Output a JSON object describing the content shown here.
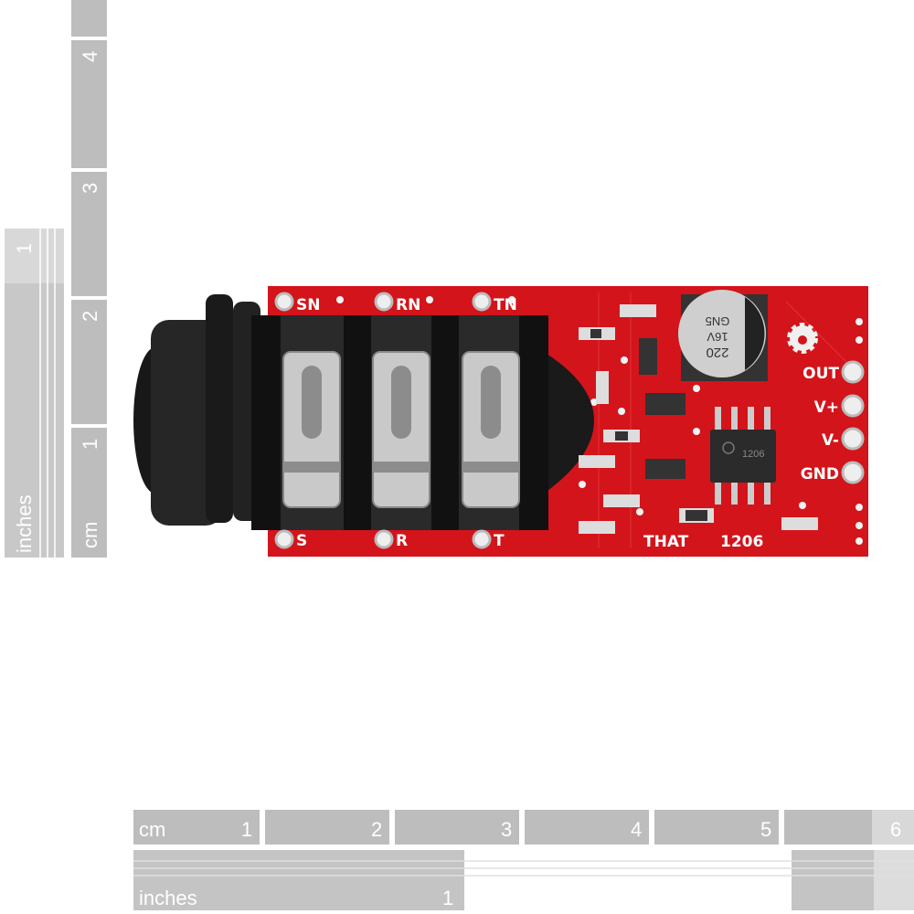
{
  "colors": {
    "pcb": "#d3141b",
    "ruler_dark": "#b4b4b4",
    "ruler_light": "#d6d6d6",
    "jack": "#1e1e1e",
    "metal": "#c9c9c9"
  },
  "bottom_ruler": {
    "unit_cm": "cm",
    "cm_ticks": [
      "1",
      "2",
      "3",
      "4",
      "5",
      "6"
    ],
    "unit_inches": "inches",
    "inch_ticks": [
      "1"
    ]
  },
  "left_ruler": {
    "unit_cm": "cm",
    "cm_ticks": [
      "1",
      "2",
      "3",
      "4"
    ],
    "unit_inches": "inches",
    "inch_ticks": [
      "1"
    ]
  },
  "board": {
    "top_pads": [
      "SN",
      "RN",
      "TN"
    ],
    "bottom_pads": [
      "S",
      "R",
      "T"
    ],
    "right_pads": [
      "OUT",
      "V+",
      "V-",
      "GND"
    ],
    "title": "THAT",
    "part": "1206",
    "capacitor_text": [
      "220",
      "16V",
      "GN5"
    ],
    "ic_text": "1206"
  }
}
